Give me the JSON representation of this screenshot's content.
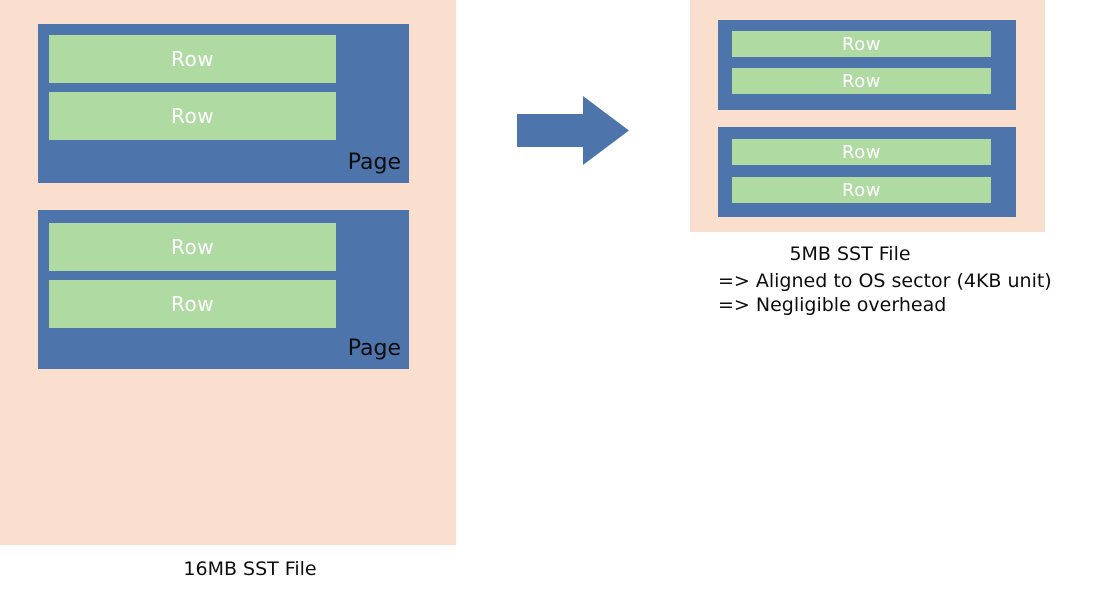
{
  "diagram": {
    "title_left": "16MB SST File",
    "title_right": "5MB SST File",
    "colors": {
      "panel_background": "#FBDFCE",
      "page_block": "#4E74AC",
      "row_bar": "#AFDBA3",
      "row_text": "#FFFFFF",
      "label_text": "#0D0D0D",
      "arrow": "#4E74AC",
      "canvas": "#FFFFFF"
    }
  },
  "left": {
    "caption": "16MB SST File",
    "pages": [
      {
        "label": "Page",
        "rows": [
          {
            "label": "Row"
          },
          {
            "label": "Row"
          }
        ]
      },
      {
        "label": "Page",
        "rows": [
          {
            "label": "Row"
          },
          {
            "label": "Row"
          }
        ]
      }
    ]
  },
  "arrow": {
    "icon": "right-block-arrow-icon",
    "direction": "right"
  },
  "right": {
    "caption": "5MB SST File",
    "notes": [
      "=> Aligned to OS sector (4KB unit)",
      "=> Negligible overhead"
    ],
    "blocks": [
      {
        "rows": [
          {
            "label": "Row"
          },
          {
            "label": "Row"
          }
        ]
      },
      {
        "rows": [
          {
            "label": "Row"
          },
          {
            "label": "Row"
          }
        ]
      }
    ]
  }
}
